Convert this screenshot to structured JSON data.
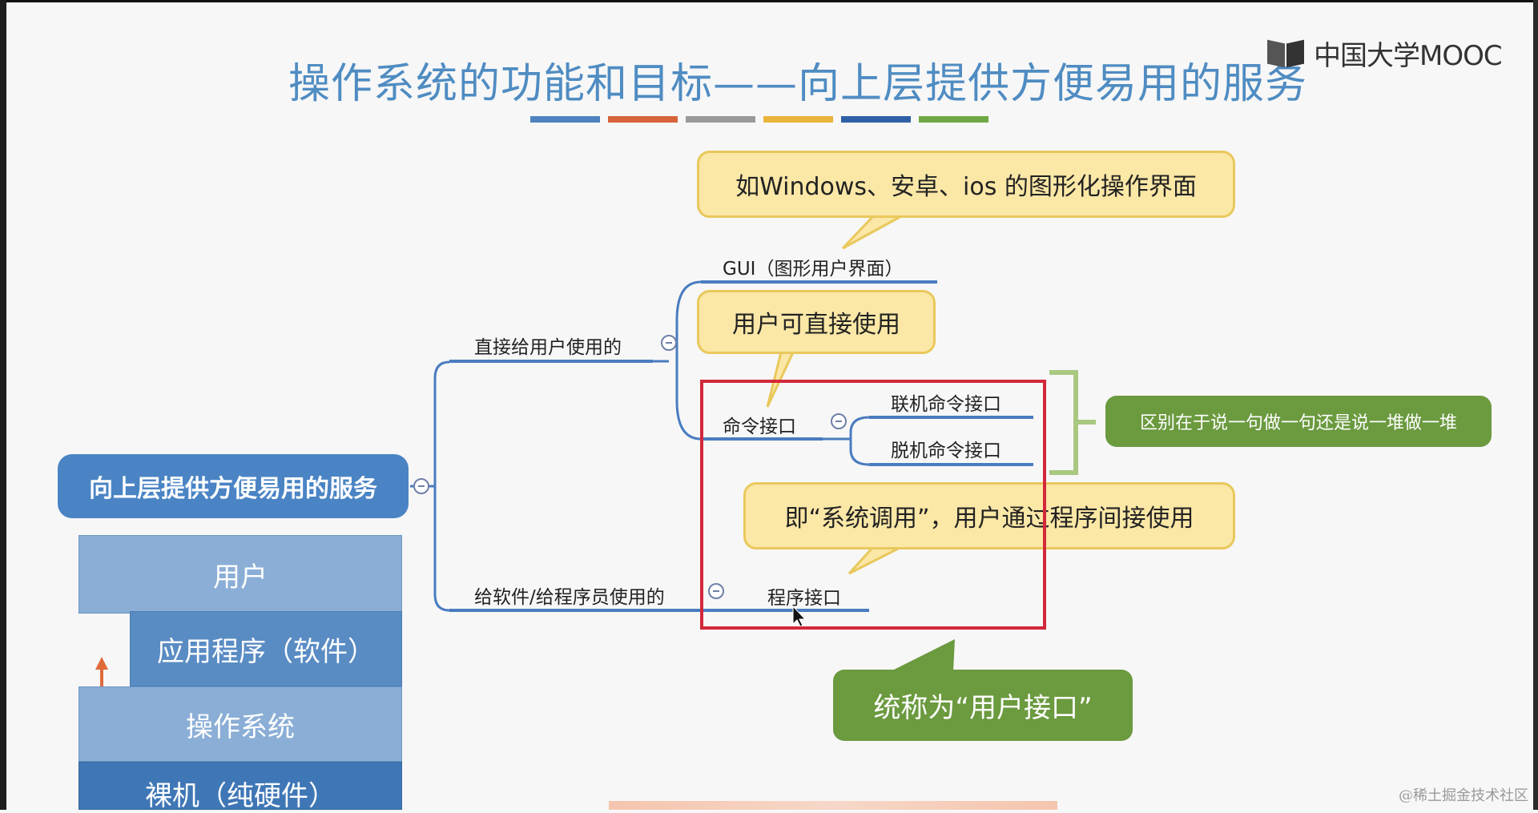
{
  "title": "操作系统的功能和目标——向上层提供方便易用的服务",
  "logo_text": "中国大学MOOC",
  "title_bar_colors": [
    "#4f82be",
    "#d8643a",
    "#9a9a9a",
    "#eab33b",
    "#2f5fa6",
    "#6ea844"
  ],
  "mindmap": {
    "root": "向上层提供方便易用的服务",
    "branch_user": "直接给用户使用的",
    "branch_program": "给软件/给程序员使用的",
    "gui": "GUI（图形用户界面）",
    "command": "命令接口",
    "online": "联机命令接口",
    "offline": "脱机命令接口",
    "program": "程序接口"
  },
  "callouts": {
    "gui_desc": "如Windows、安卓、ios 的图形化操作界面",
    "user_direct": "用户可直接使用",
    "syscall": "即“系统调用”，用户通过程序间接使用",
    "difference": "区别在于说一句做一句还是说一堆做一堆",
    "user_interface": "统称为“用户接口”"
  },
  "layers": {
    "user": "用户",
    "app": "应用程序（软件）",
    "os": "操作系统",
    "hardware": "裸机（纯硬件）"
  },
  "watermark": "@稀土掘金技术社区",
  "colors": {
    "title": "#4f8cc2",
    "root": "#4a84c4",
    "branch_line": "#4a7cc0",
    "callout_fill": "#fbe7a6",
    "red_box": "#d3283a",
    "green": "#6b9a3f",
    "layer_user": "#8aaed6",
    "layer_app": "#5a8cc4",
    "layer_hardware": "#3f77b6"
  }
}
